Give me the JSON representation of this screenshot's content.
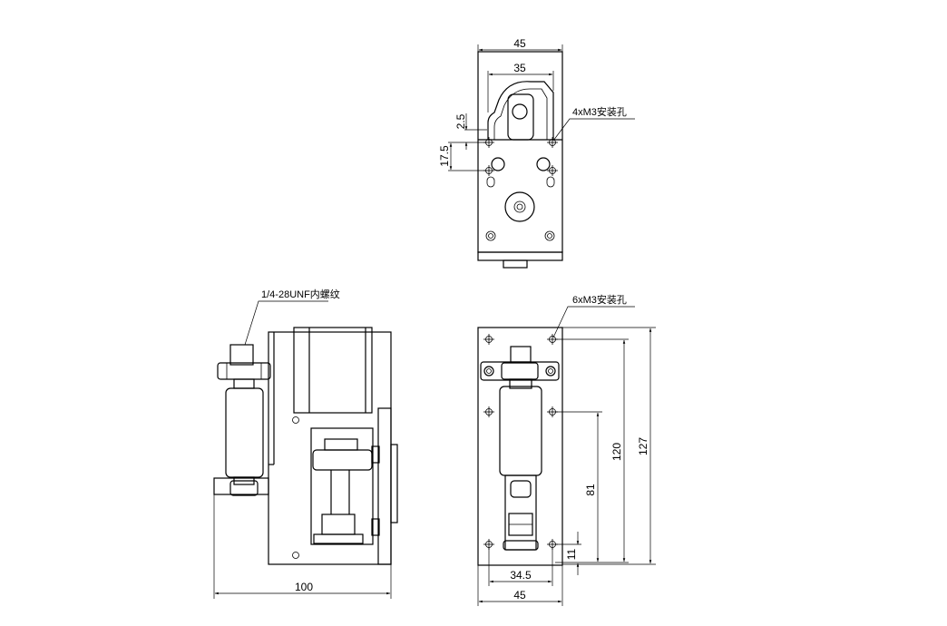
{
  "top_view": {
    "dim_width_overall": "45",
    "dim_width_inner": "35",
    "dim_2_5": "2.5",
    "dim_17_5": "17.5",
    "note_mount_top": "4xM3安装孔"
  },
  "side_view": {
    "note_thread": "1/4-28UNF内螺纹",
    "dim_length": "100"
  },
  "front_view": {
    "note_mount_front": "6xM3安装孔",
    "dim_127": "127",
    "dim_120": "120",
    "dim_81": "81",
    "dim_11": "11",
    "dim_34_5": "34.5",
    "dim_45": "45"
  }
}
